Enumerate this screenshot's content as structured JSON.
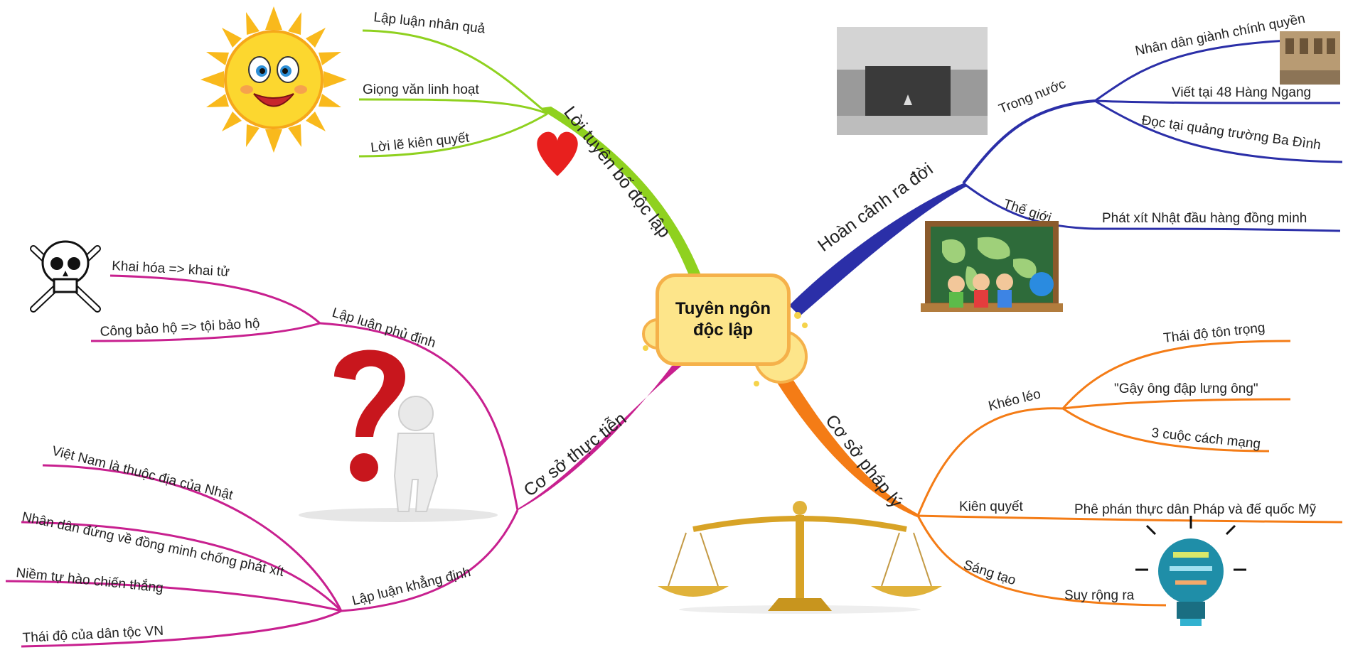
{
  "center": {
    "line1": "Tuyên ngôn",
    "line2": "độc lập"
  },
  "branches": {
    "b1": {
      "title": "Lời tuyên bố độc lập",
      "color": "#8fd11f",
      "subs": [
        "Lập luận nhân quả",
        "Giọng văn linh hoạt",
        "Lời lẽ kiên quyết"
      ]
    },
    "b2": {
      "title": "Hoàn cảnh ra đời",
      "color": "#2b2fa8",
      "trong_nuoc": {
        "label": "Trong nước",
        "items": [
          "Nhân dân giành chính quyền",
          "Viết tại 48 Hàng Ngang",
          "Đọc tại quảng trường Ba Đình"
        ]
      },
      "the_gioi": {
        "label": "Thế giới",
        "items": [
          "Phát xít Nhật đầu hàng đồng minh"
        ]
      }
    },
    "b3": {
      "title": "Cơ sở thực tiễn",
      "color": "#c8208f",
      "phu_dinh": {
        "label": "Lập luận phủ định",
        "items": [
          "Khai hóa => khai tử",
          "Công bảo hộ => tội bảo hộ"
        ]
      },
      "khang_dinh": {
        "label": "Lập luận khẳng định",
        "items": [
          "Việt Nam là thuộc địa của Nhật",
          "Nhân dân đứng về đồng minh chống phát xít",
          "Niềm tự hào chiến thắng",
          "Thái độ của dân tộc VN"
        ]
      }
    },
    "b4": {
      "title": "Cơ sở pháp lý",
      "color": "#f47c16",
      "kheo_leo": {
        "label": "Khéo léo",
        "items": [
          "Thái độ tôn trọng",
          "\"Gậy ông đập lưng ông\"",
          "3 cuộc cách mạng"
        ]
      },
      "kien_quyet": {
        "label": "Kiên quyết",
        "items": [
          "Phê phán thực dân Pháp và đế quốc Mỹ"
        ]
      },
      "sang_tao": {
        "label": "Sáng tạo",
        "items": [
          "Suy rộng ra"
        ]
      }
    }
  },
  "images": {
    "sun": "sun-illustration",
    "heart": "heart-icon",
    "skull": "skull-crossbones-icon",
    "question": "question-mark-figure",
    "photo": "ba-dinh-photo",
    "building": "building-photo",
    "classroom": "world-map-classroom",
    "scale": "balance-scale",
    "bulb": "ideas-lightbulb"
  }
}
